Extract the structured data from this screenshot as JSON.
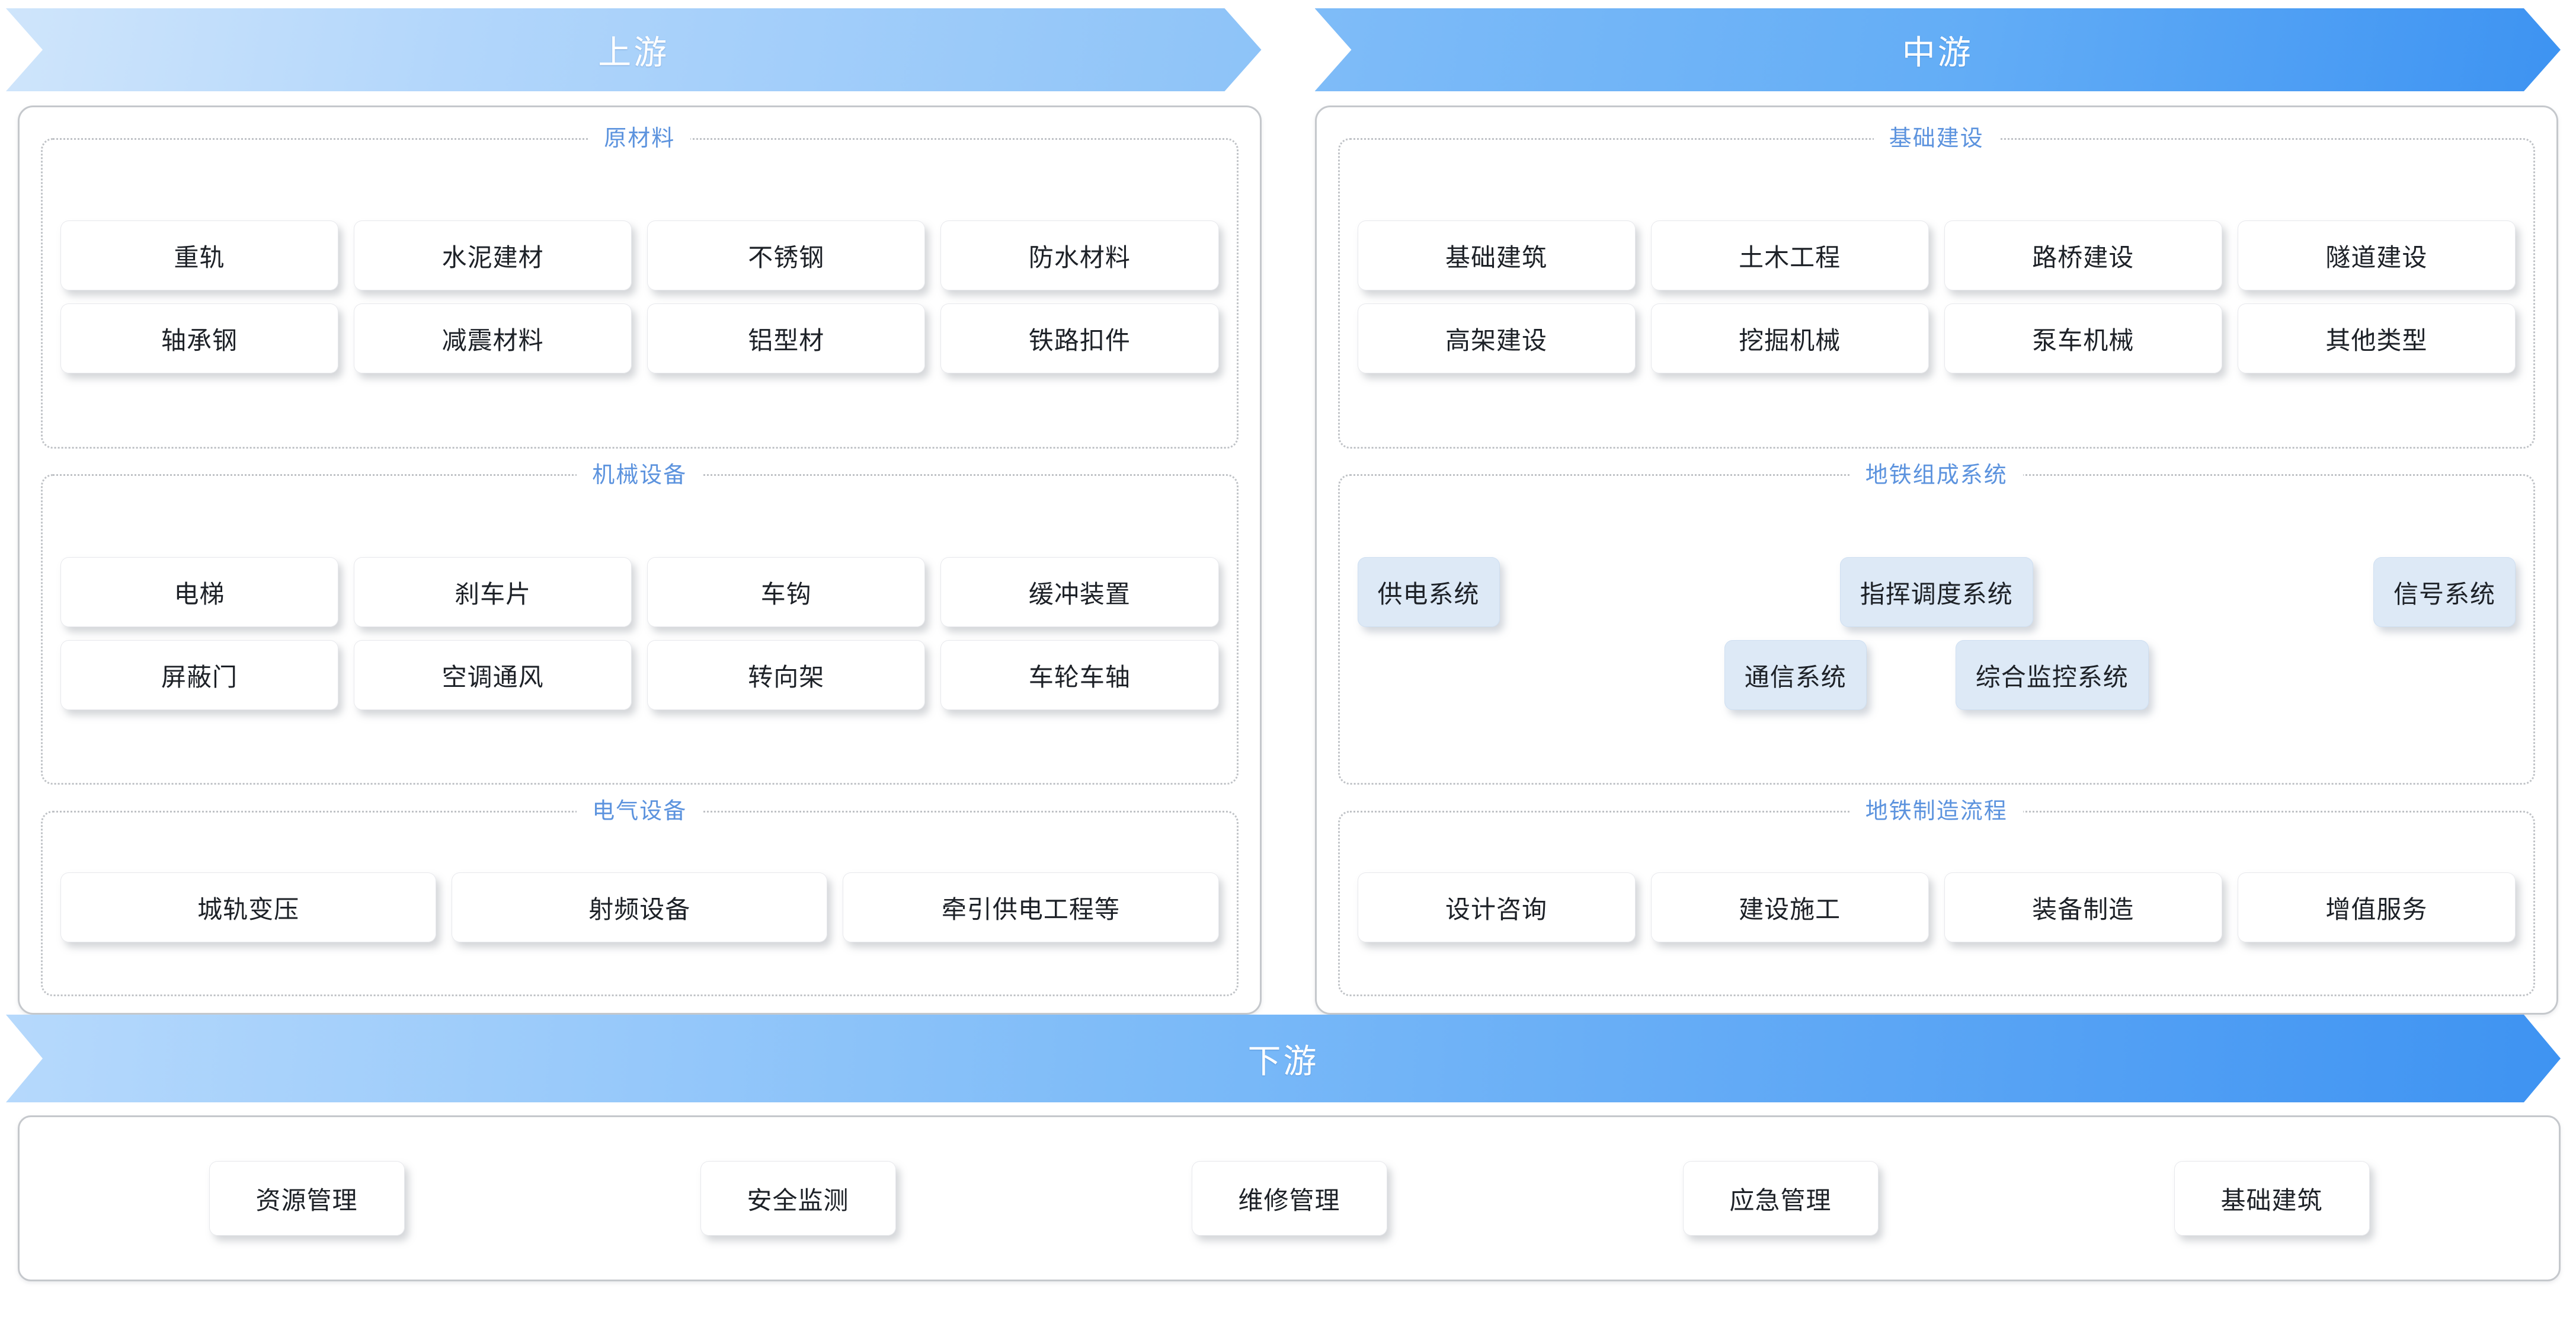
{
  "stages": {
    "upstream": {
      "banner_label": "上游",
      "groups": [
        {
          "title": "原材料",
          "rows": [
            [
              "重轨",
              "水泥建材",
              "不锈钢",
              "防水材料"
            ],
            [
              "轴承钢",
              "减震材料",
              "铝型材",
              "铁路扣件"
            ]
          ]
        },
        {
          "title": "机械设备",
          "rows": [
            [
              "电梯",
              "刹车片",
              "车钩",
              "缓冲装置"
            ],
            [
              "屏蔽门",
              "空调通风",
              "转向架",
              "车轮车轴"
            ]
          ]
        },
        {
          "title": "电气设备",
          "rows": [
            [
              "城轨变压",
              "射频设备",
              "牵引供电工程等"
            ]
          ]
        }
      ]
    },
    "midstream": {
      "banner_label": "中游",
      "groups": [
        {
          "title": "基础建设",
          "rows": [
            [
              "基础建筑",
              "土木工程",
              "路桥建设",
              "隧道建设"
            ],
            [
              "高架建设",
              "挖掘机械",
              "泵车机械",
              "其他类型"
            ]
          ]
        },
        {
          "title": "地铁组成系统",
          "rows": [
            [
              "供电系统",
              "指挥调度系统",
              "信号系统"
            ],
            [
              "通信系统",
              "综合监控系统"
            ]
          ]
        },
        {
          "title": "地铁制造流程",
          "rows": [
            [
              "设计咨询",
              "建设施工",
              "装备制造",
              "增值服务"
            ]
          ]
        }
      ]
    },
    "downstream": {
      "banner_label": "下游",
      "items": [
        "资源管理",
        "安全监测",
        "维修管理",
        "应急管理",
        "基础建筑"
      ]
    }
  },
  "colors": {
    "legend_blue": "#5c93de",
    "banner_upstream_start": "#cfe5fb",
    "banner_upstream_end": "#8dc3f8",
    "banner_midstream_start": "#7fbcf8",
    "banner_midstream_end": "#3d93f2",
    "banner_downstream_start": "#b6d9fc",
    "banner_downstream_end": "#3e93f2",
    "chip_white": "#ffffff",
    "chip_tint_blue": "#dde9f6",
    "panel_border": "#c5c8cc",
    "group_border": "#bfc2c6",
    "chip_text": "#1d2127"
  }
}
